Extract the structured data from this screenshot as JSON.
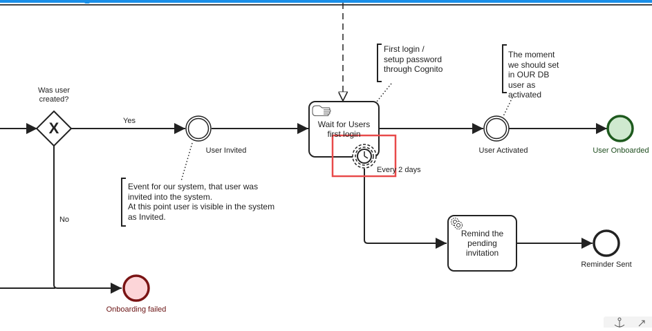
{
  "diagram": {
    "gateway": {
      "label": "Was user created?",
      "label_lines": [
        "Was user",
        "created?"
      ],
      "marker": "X"
    },
    "flows": {
      "yes_label": "Yes",
      "no_label": "No"
    },
    "events": {
      "user_invited": {
        "label": "User Invited"
      },
      "user_activated": {
        "label": "User Activated"
      },
      "user_onboarded": {
        "label": "User Onboarded",
        "fill": "#cfe9cf",
        "stroke": "#1e5a1e"
      },
      "onboarding_failed": {
        "label": "Onboarding failed",
        "fill": "#fcd5d8",
        "stroke": "#7a1414",
        "label_color": "#6b1414"
      },
      "reminder_sent": {
        "label": "Reminder Sent"
      },
      "timer": {
        "label": "Every 2 days"
      }
    },
    "tasks": {
      "wait_first_login": {
        "lines": [
          "Wait for Users",
          "first login"
        ],
        "type_icon": "manual-task-hand-icon"
      },
      "remind_pending": {
        "lines": [
          "Remind the",
          "pending",
          "invitation"
        ],
        "type_icon": "service-task-gear-icon"
      }
    },
    "annotations": {
      "user_invited": {
        "lines": [
          "Event for our system, that user was",
          "invited into the system.",
          "At this point user is visible in the system",
          "as Invited."
        ]
      },
      "first_login": {
        "lines": [
          "First login /",
          "setup password",
          "through Cognito"
        ]
      },
      "user_activated": {
        "lines": [
          "The moment",
          "we should set",
          "in OUR DB",
          "user as",
          "activated"
        ]
      }
    },
    "highlight_color": "#e84a4a"
  },
  "toolbar": {
    "selection_color": "#1a8fe8"
  }
}
